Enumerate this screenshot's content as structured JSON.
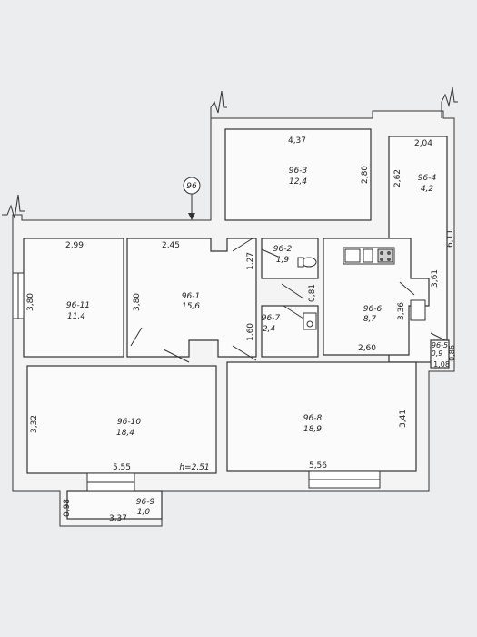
{
  "marker": "96",
  "height_label": "h=2,51",
  "rooms": [
    {
      "id": "96-1",
      "area": "15,6"
    },
    {
      "id": "96-2",
      "area": "1,9"
    },
    {
      "id": "96-3",
      "area": "12,4"
    },
    {
      "id": "96-4",
      "area": "4,2"
    },
    {
      "id": "96-5",
      "area": "0,9"
    },
    {
      "id": "96-6",
      "area": "8,7"
    },
    {
      "id": "96-7",
      "area": "2,4"
    },
    {
      "id": "96-8",
      "area": "18,9"
    },
    {
      "id": "96-9",
      "area": "1,0"
    },
    {
      "id": "96-10",
      "area": "18,4"
    },
    {
      "id": "96-11",
      "area": "11,4"
    }
  ],
  "dimensions": {
    "d_4_37": "4,37",
    "d_2_04": "2,04",
    "d_2_80": "2,80",
    "d_2_62": "2,62",
    "d_6_11": "6,11",
    "d_2_99": "2,99",
    "d_2_45": "2,45",
    "d_1_27": "1,27",
    "d_3_80_left": "3,80",
    "d_3_80_mid": "3,80",
    "d_0_81": "0,81",
    "d_3_61": "3,61",
    "d_3_36": "3,36",
    "d_1_60": "1,60",
    "d_2_60": "2,60",
    "d_0_86": "0,86",
    "d_1_08": "1,08",
    "d_3_32": "3,32",
    "d_3_41": "3,41",
    "d_5_55": "5,55",
    "d_5_56": "5,56",
    "d_0_98": "0,98",
    "d_3_37": "3,37"
  }
}
